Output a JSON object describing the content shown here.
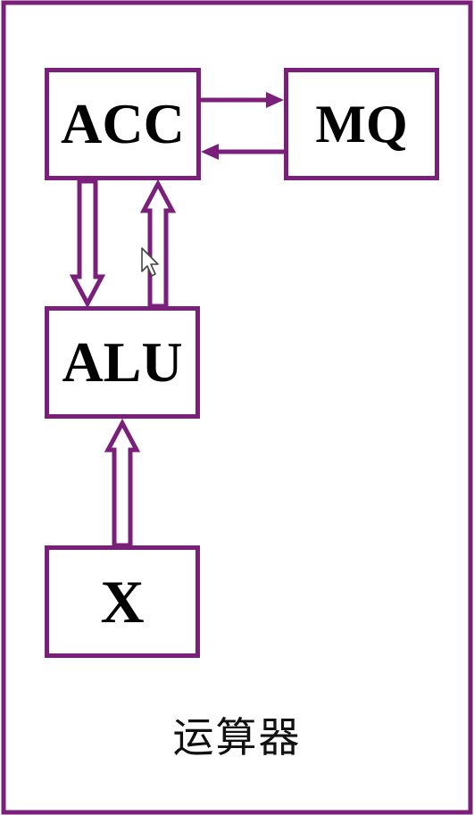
{
  "colors": {
    "frame": "#7a1f7a",
    "arrow": "#7a1f7a",
    "text": "#000000"
  },
  "registers": {
    "acc": "ACC",
    "mq": "MQ",
    "alu": "ALU",
    "x": "X"
  },
  "caption": "运算器",
  "cursor_icon": "mouse-pointer-icon"
}
